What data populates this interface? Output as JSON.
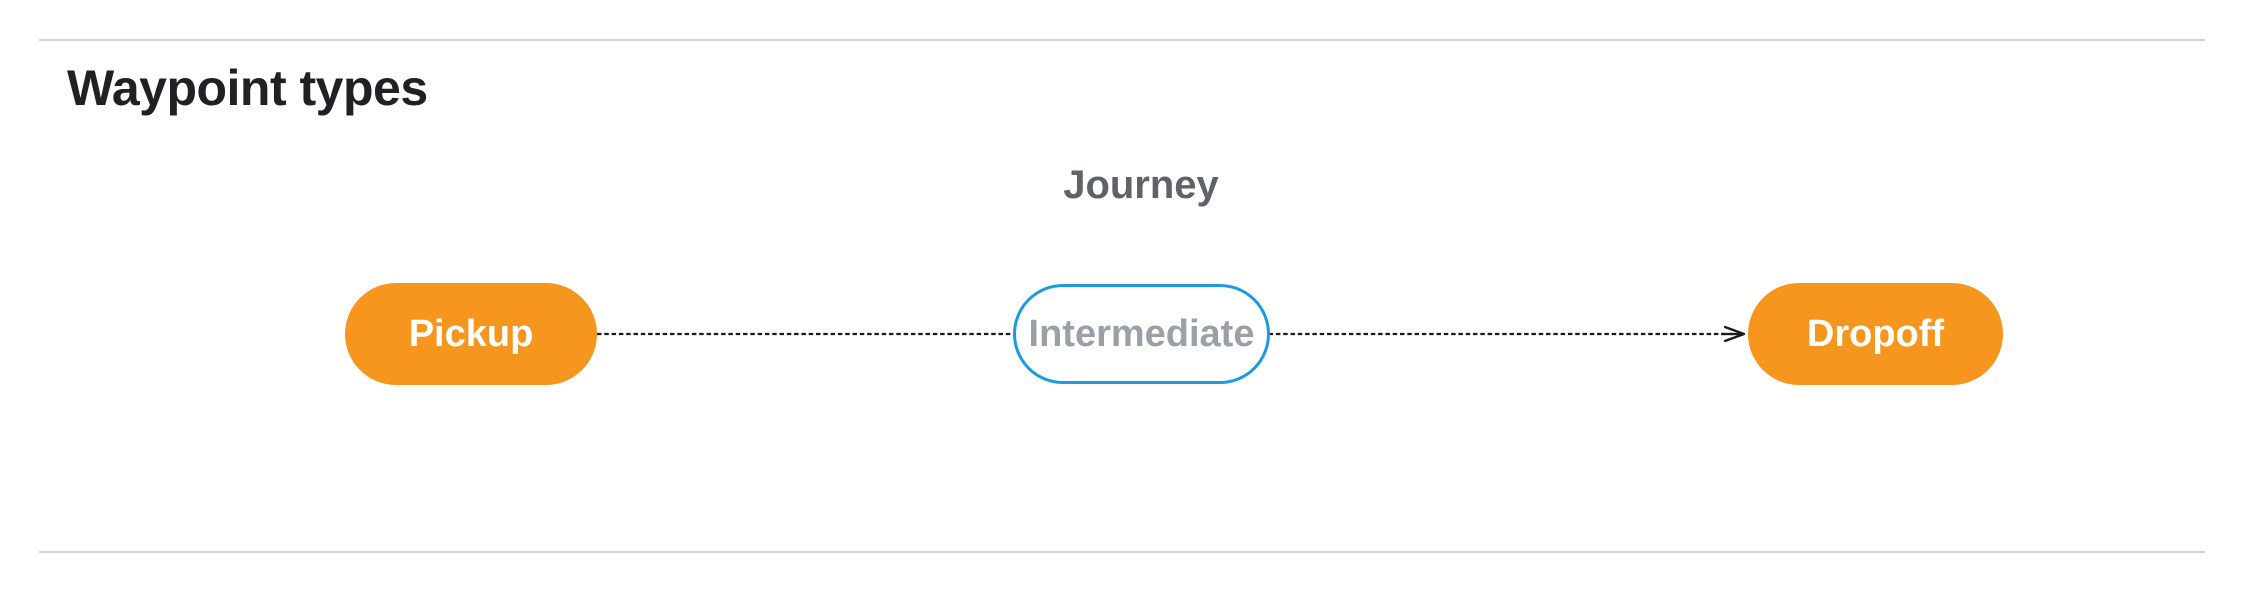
{
  "section": {
    "heading": "Waypoint types"
  },
  "diagram": {
    "title": "Journey",
    "nodes": [
      {
        "id": "pickup",
        "label": "Pickup",
        "shape": "stadium",
        "fill": "orange"
      },
      {
        "id": "intermediate",
        "label": "Intermediate",
        "shape": "stadium",
        "fill": "white-blue-outline"
      },
      {
        "id": "dropoff",
        "label": "Dropoff",
        "shape": "stadium",
        "fill": "orange"
      }
    ],
    "connector": {
      "style": "dashed",
      "arrowhead": "open-vee",
      "from": "Pickup",
      "through": "Intermediate",
      "to": "Dropoff"
    }
  },
  "colors": {
    "node-orange": "#F6961E",
    "node-blue-border": "#1E9BE0",
    "node-gray-text": "#9AA0A6",
    "diagram-title-gray": "#5F6368",
    "heading-text": "#202124",
    "divider-gray": "#D2D2D2",
    "arrow-black": "#1A1A1A",
    "background": "#FFFFFF"
  }
}
